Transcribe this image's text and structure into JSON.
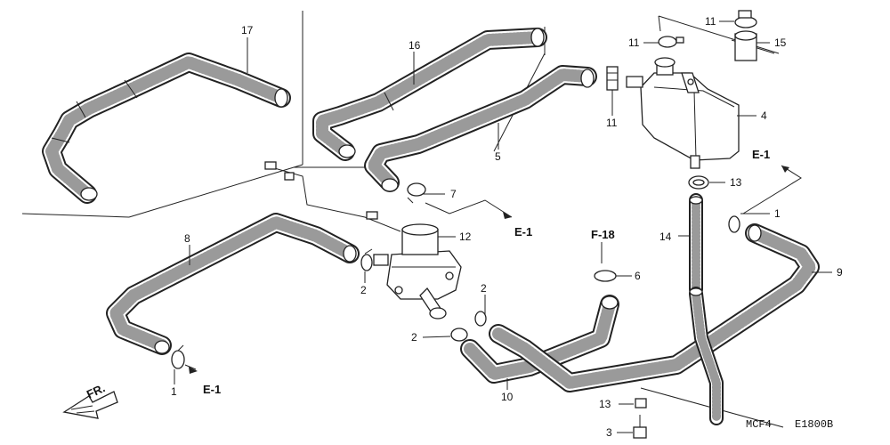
{
  "callouts": {
    "c17": "17",
    "c16": "16",
    "c5": "5",
    "c4": "4",
    "c11a": "11",
    "c11b": "11",
    "c11c": "11",
    "c15": "15",
    "c13a": "13",
    "c13b": "13",
    "c14": "14",
    "c1a": "1",
    "c1b": "1",
    "c9": "9",
    "c8": "8",
    "c7": "7",
    "c12": "12",
    "c2a": "2",
    "c2b": "2",
    "c2c": "2",
    "c6": "6",
    "c10": "10",
    "c3": "3"
  },
  "refs": {
    "e1a": "E-1",
    "e1b": "E-1",
    "e1c": "E-1",
    "f18": "F-18"
  },
  "footer": {
    "code_left": "MCF4",
    "code_right": "E1800B",
    "direction": "FR."
  }
}
